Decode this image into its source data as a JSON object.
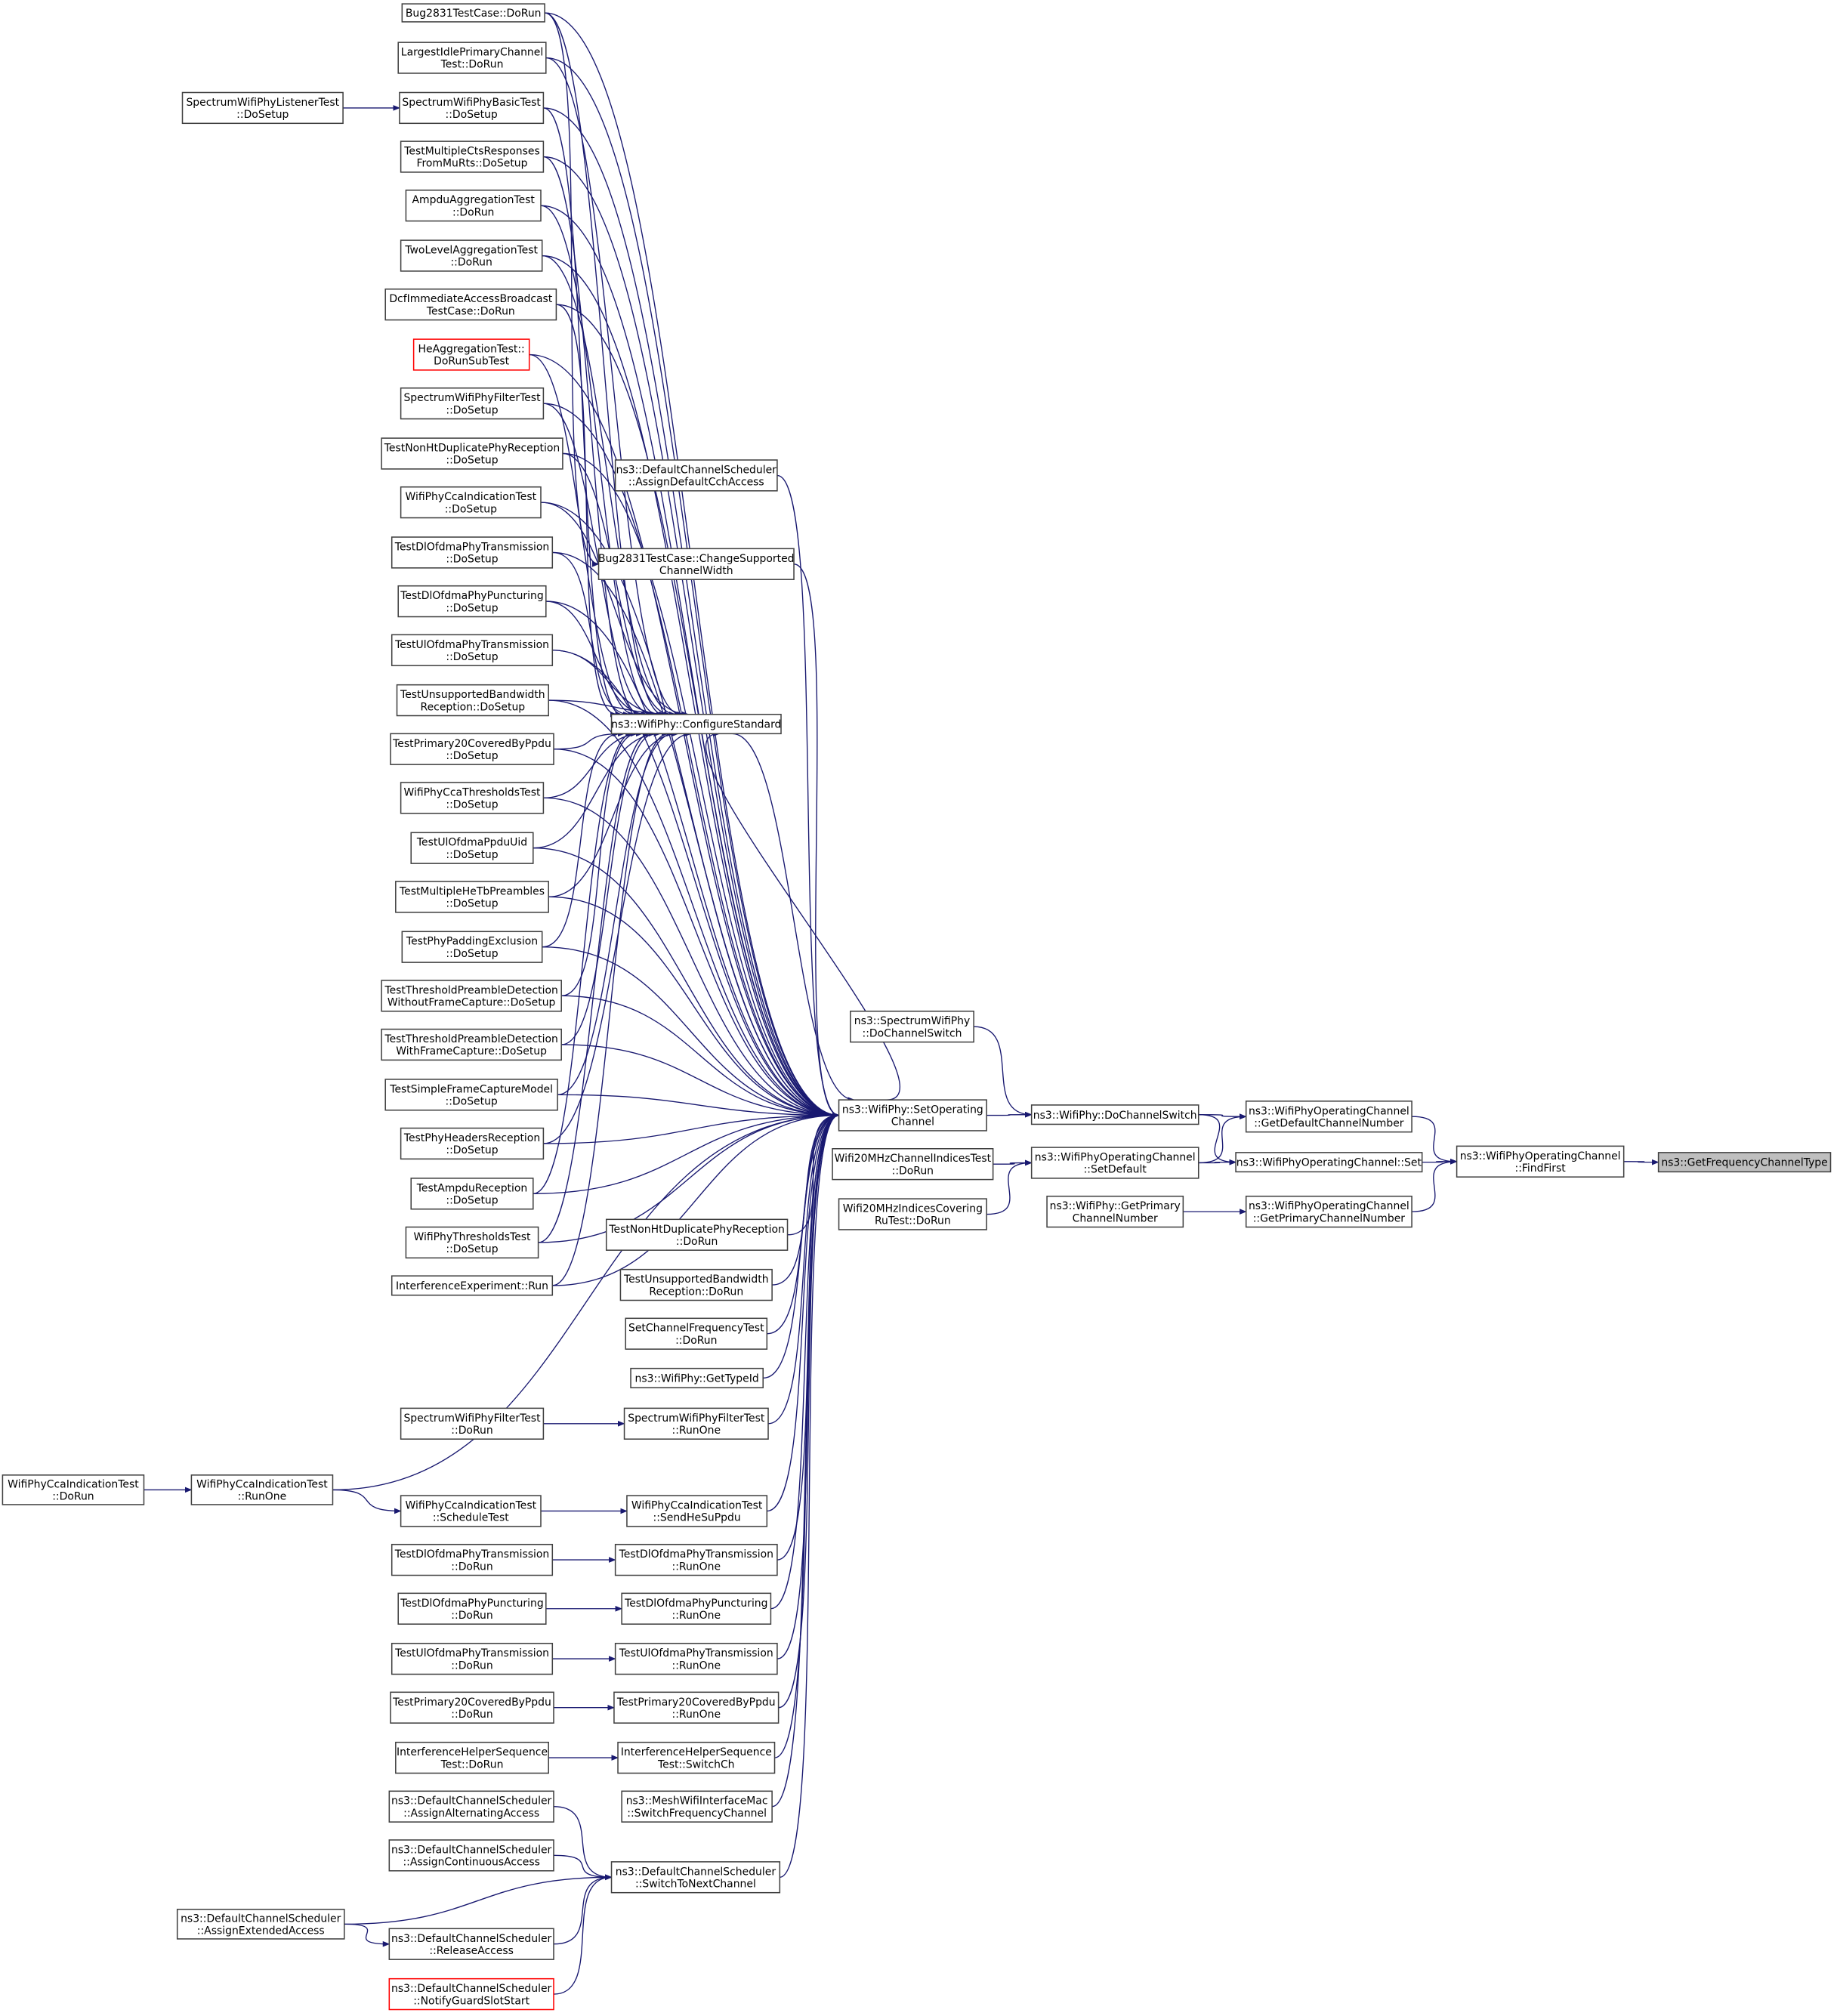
{
  "nodes": {
    "listener": [
      "SpectrumWifiPhyListenerTest",
      "::DoSetup"
    ],
    "ccadorun": [
      "WifiPhyCcaIndicationTest",
      "::DoRun"
    ],
    "ccarunone": [
      "WifiPhyCcaIndicationTest",
      "::RunOne"
    ],
    "assignext": [
      "ns3::DefaultChannelScheduler",
      "::AssignExtendedAccess"
    ],
    "c1": [
      "Bug2831TestCase::DoRun"
    ],
    "c2": [
      "LargestIdlePrimaryChannel",
      "Test::DoRun"
    ],
    "c3": [
      "SpectrumWifiPhyBasicTest",
      "::DoSetup"
    ],
    "c4": [
      "TestMultipleCtsResponses",
      "FromMuRts::DoSetup"
    ],
    "c5": [
      "AmpduAggregationTest",
      "::DoRun"
    ],
    "c6": [
      "TwoLevelAggregationTest",
      "::DoRun"
    ],
    "c7": [
      "DcfImmediateAccessBroadcast",
      "TestCase::DoRun"
    ],
    "c8": [
      "HeAggregationTest::",
      "DoRunSubTest"
    ],
    "c9": [
      "SpectrumWifiPhyFilterTest",
      "::DoSetup"
    ],
    "c10": [
      "TestNonHtDuplicatePhyReception",
      "::DoSetup"
    ],
    "c11": [
      "WifiPhyCcaIndicationTest",
      "::DoSetup"
    ],
    "c12": [
      "TestDlOfdmaPhyTransmission",
      "::DoSetup"
    ],
    "c13": [
      "TestDlOfdmaPhyPuncturing",
      "::DoSetup"
    ],
    "c14": [
      "TestUlOfdmaPhyTransmission",
      "::DoSetup"
    ],
    "c15": [
      "TestUnsupportedBandwidth",
      "Reception::DoSetup"
    ],
    "c16": [
      "TestPrimary20CoveredByPpdu",
      "::DoSetup"
    ],
    "c17": [
      "WifiPhyCcaThresholdsTest",
      "::DoSetup"
    ],
    "c18": [
      "TestUlOfdmaPpduUid",
      "::DoSetup"
    ],
    "c19": [
      "TestMultipleHeTbPreambles",
      "::DoSetup"
    ],
    "c20": [
      "TestPhyPaddingExclusion",
      "::DoSetup"
    ],
    "c21": [
      "TestThresholdPreambleDetection",
      "WithoutFrameCapture::DoSetup"
    ],
    "c22": [
      "TestThresholdPreambleDetection",
      "WithFrameCapture::DoSetup"
    ],
    "c23": [
      "TestSimpleFrameCaptureModel",
      "::DoSetup"
    ],
    "c24": [
      "TestPhyHeadersReception",
      "::DoSetup"
    ],
    "c25": [
      "TestAmpduReception",
      "::DoSetup"
    ],
    "c26": [
      "WifiPhyThresholdsTest",
      "::DoSetup"
    ],
    "c27": [
      "InterferenceExperiment::Run"
    ],
    "c28": [
      "SpectrumWifiPhyFilterTest",
      "::DoRun"
    ],
    "c29": [
      "WifiPhyCcaIndicationTest",
      "::ScheduleTest"
    ],
    "c30": [
      "TestDlOfdmaPhyTransmission",
      "::DoRun"
    ],
    "c31": [
      "TestDlOfdmaPhyPuncturing",
      "::DoRun"
    ],
    "c32": [
      "TestUlOfdmaPhyTransmission",
      "::DoRun"
    ],
    "c33": [
      "TestPrimary20CoveredByPpdu",
      "::DoRun"
    ],
    "c34": [
      "InterferenceHelperSequence",
      "Test::DoRun"
    ],
    "c35": [
      "ns3::DefaultChannelScheduler",
      "::AssignAlternatingAccess"
    ],
    "c36": [
      "ns3::DefaultChannelScheduler",
      "::AssignContinuousAccess"
    ],
    "c37": [
      "ns3::DefaultChannelScheduler",
      "::ReleaseAccess"
    ],
    "c38": [
      "ns3::DefaultChannelScheduler",
      "::NotifyGuardSlotStart"
    ],
    "d_assigncch": [
      "ns3::DefaultChannelScheduler",
      "::AssignDefaultCchAccess"
    ],
    "d_bug2831": [
      "Bug2831TestCase::ChangeSupported",
      "ChannelWidth"
    ],
    "cfg": [
      "ns3::WifiPhy::ConfigureStandard"
    ],
    "d_nonht": [
      "TestNonHtDuplicatePhyReception",
      "::DoRun"
    ],
    "d_unsup": [
      "TestUnsupportedBandwidth",
      "Reception::DoRun"
    ],
    "d_setfreq": [
      "SetChannelFrequencyTest",
      "::DoRun"
    ],
    "d_typeid": [
      "ns3::WifiPhy::GetTypeId"
    ],
    "d_filterrunone": [
      "SpectrumWifiPhyFilterTest",
      "::RunOne"
    ],
    "d_sendhe": [
      "WifiPhyCcaIndicationTest",
      "::SendHeSuPpdu"
    ],
    "d_dlrun": [
      "TestDlOfdmaPhyTransmission",
      "::RunOne"
    ],
    "d_dlpunc": [
      "TestDlOfdmaPhyPuncturing",
      "::RunOne"
    ],
    "d_ulrun": [
      "TestUlOfdmaPhyTransmission",
      "::RunOne"
    ],
    "d_p20": [
      "TestPrimary20CoveredByPpdu",
      "::RunOne"
    ],
    "d_switchch": [
      "InterferenceHelperSequence",
      "Test::SwitchCh"
    ],
    "d_mesh": [
      "ns3::MeshWifiInterfaceMac",
      "::SwitchFrequencyChannel"
    ],
    "d_switch": [
      "ns3::DefaultChannelScheduler",
      "::SwitchToNextChannel"
    ],
    "setop": [
      "ns3::WifiPhy::SetOperating",
      "Channel"
    ],
    "e_spectrum": [
      "ns3::SpectrumWifiPhy",
      "::DoChannelSwitch"
    ],
    "e_w20a": [
      "Wifi20MHzChannelIndicesTest",
      "::DoRun"
    ],
    "e_w20b": [
      "Wifi20MHzIndicesCovering",
      "RuTest::DoRun"
    ],
    "f_dochsw": [
      "ns3::WifiPhy::DoChannelSwitch"
    ],
    "f_setdef": [
      "ns3::WifiPhyOperatingChannel",
      "::SetDefault"
    ],
    "f_getprim": [
      "ns3::WifiPhy::GetPrimary",
      "ChannelNumber"
    ],
    "g_getdef": [
      "ns3::WifiPhyOperatingChannel",
      "::GetDefaultChannelNumber"
    ],
    "g_set": [
      "ns3::WifiPhyOperatingChannel::Set"
    ],
    "g_getprim": [
      "ns3::WifiPhyOperatingChannel",
      "::GetPrimaryChannelNumber"
    ],
    "h_findfirst": [
      "ns3::WifiPhyOperatingChannel",
      "::FindFirst"
    ],
    "i_target": [
      "ns3::GetFrequencyChannelType"
    ]
  },
  "focus_node": "i_target",
  "truncated_nodes": [
    "c8",
    "c38"
  ],
  "edges": [
    [
      "listener",
      "c3"
    ],
    [
      "c1",
      "d_bug2831"
    ],
    [
      "d_assigncch",
      "setop"
    ],
    [
      "d_bug2831",
      "setop"
    ],
    [
      "cfg",
      "setop"
    ],
    [
      "setop",
      "cfg"
    ],
    [
      "d_nonht",
      "setop"
    ],
    [
      "d_unsup",
      "setop"
    ],
    [
      "d_setfreq",
      "setop"
    ],
    [
      "d_typeid",
      "setop"
    ],
    [
      "d_filterrunone",
      "setop"
    ],
    [
      "d_sendhe",
      "setop"
    ],
    [
      "d_dlrun",
      "setop"
    ],
    [
      "d_dlpunc",
      "setop"
    ],
    [
      "d_ulrun",
      "setop"
    ],
    [
      "d_p20",
      "setop"
    ],
    [
      "d_switchch",
      "setop"
    ],
    [
      "d_mesh",
      "setop"
    ],
    [
      "d_switch",
      "setop"
    ],
    [
      "c28",
      "d_filterrunone"
    ],
    [
      "ccarunone",
      "c29"
    ],
    [
      "c29",
      "d_sendhe"
    ],
    [
      "c30",
      "d_dlrun"
    ],
    [
      "c31",
      "d_dlpunc"
    ],
    [
      "c32",
      "d_ulrun"
    ],
    [
      "c33",
      "d_p20"
    ],
    [
      "c34",
      "d_switchch"
    ],
    [
      "ccadorun",
      "ccarunone"
    ],
    [
      "ccarunone",
      "setop"
    ],
    [
      "c35",
      "d_switch"
    ],
    [
      "c36",
      "d_switch"
    ],
    [
      "assignext",
      "d_switch"
    ],
    [
      "assignext",
      "c37"
    ],
    [
      "c37",
      "d_switch"
    ],
    [
      "c38",
      "d_switch"
    ],
    [
      "setop",
      "f_dochsw"
    ],
    [
      "e_spectrum",
      "f_dochsw"
    ],
    [
      "f_dochsw",
      "g_getdef"
    ],
    [
      "f_dochsw",
      "g_set"
    ],
    [
      "e_w20a",
      "f_setdef"
    ],
    [
      "e_w20b",
      "f_setdef"
    ],
    [
      "f_setdef",
      "g_set"
    ],
    [
      "f_setdef",
      "g_getdef"
    ],
    [
      "f_getprim",
      "g_getprim"
    ],
    [
      "g_getdef",
      "h_findfirst"
    ],
    [
      "g_set",
      "h_findfirst"
    ],
    [
      "g_getprim",
      "h_findfirst"
    ],
    [
      "h_findfirst",
      "i_target"
    ]
  ],
  "colors": {
    "edge": "#191970",
    "focus_fill": "#bfbfbf",
    "truncated_border": "#ff0000"
  }
}
